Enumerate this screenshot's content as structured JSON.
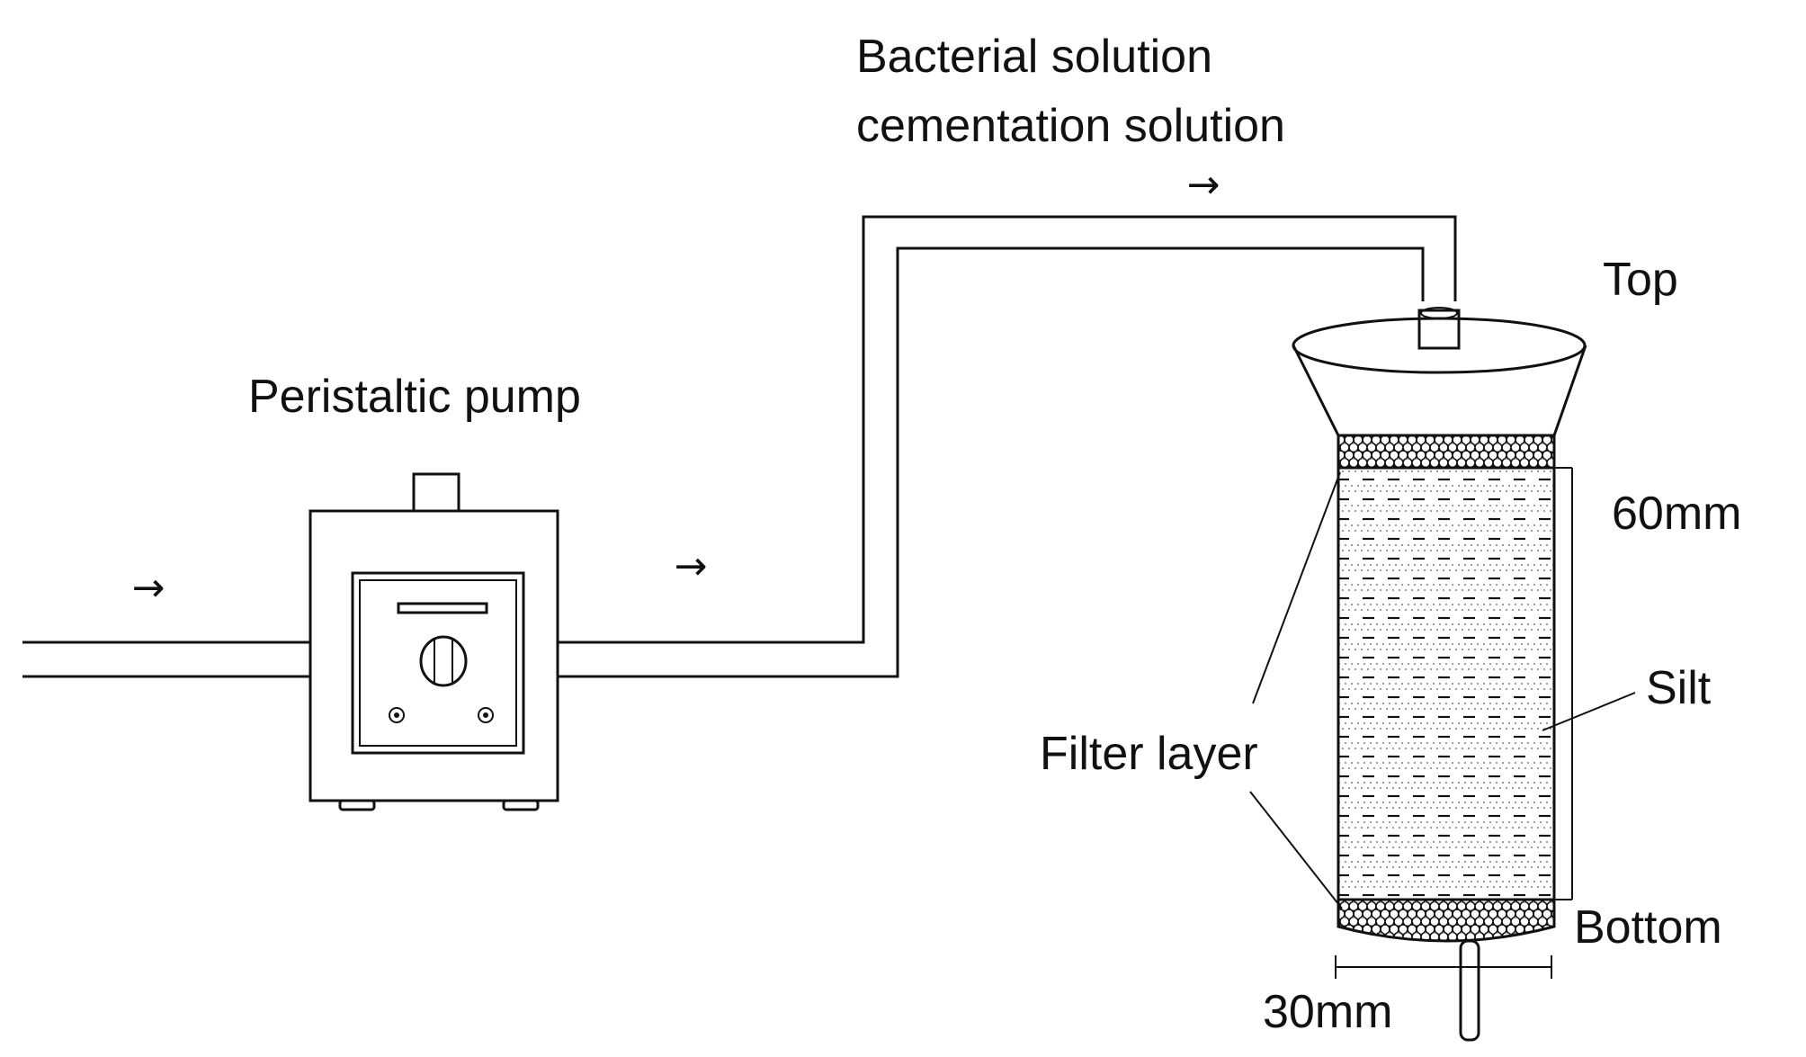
{
  "labels": {
    "solution_line1": "Bacterial solution",
    "solution_line2": "cementation solution",
    "top": "Top",
    "pump": "Peristaltic pump",
    "height_dim": "60mm",
    "silt": "Silt",
    "filter_layer": "Filter layer",
    "bottom": "Bottom",
    "width_dim": "30mm"
  },
  "arrows": {
    "flow_symbol": "→"
  },
  "colors": {
    "ink": "#111111",
    "background": "#ffffff"
  },
  "icons": {
    "pump": "peristaltic-pump-icon",
    "column": "soil-column-icon",
    "flow": "flow-arrow-icon"
  }
}
